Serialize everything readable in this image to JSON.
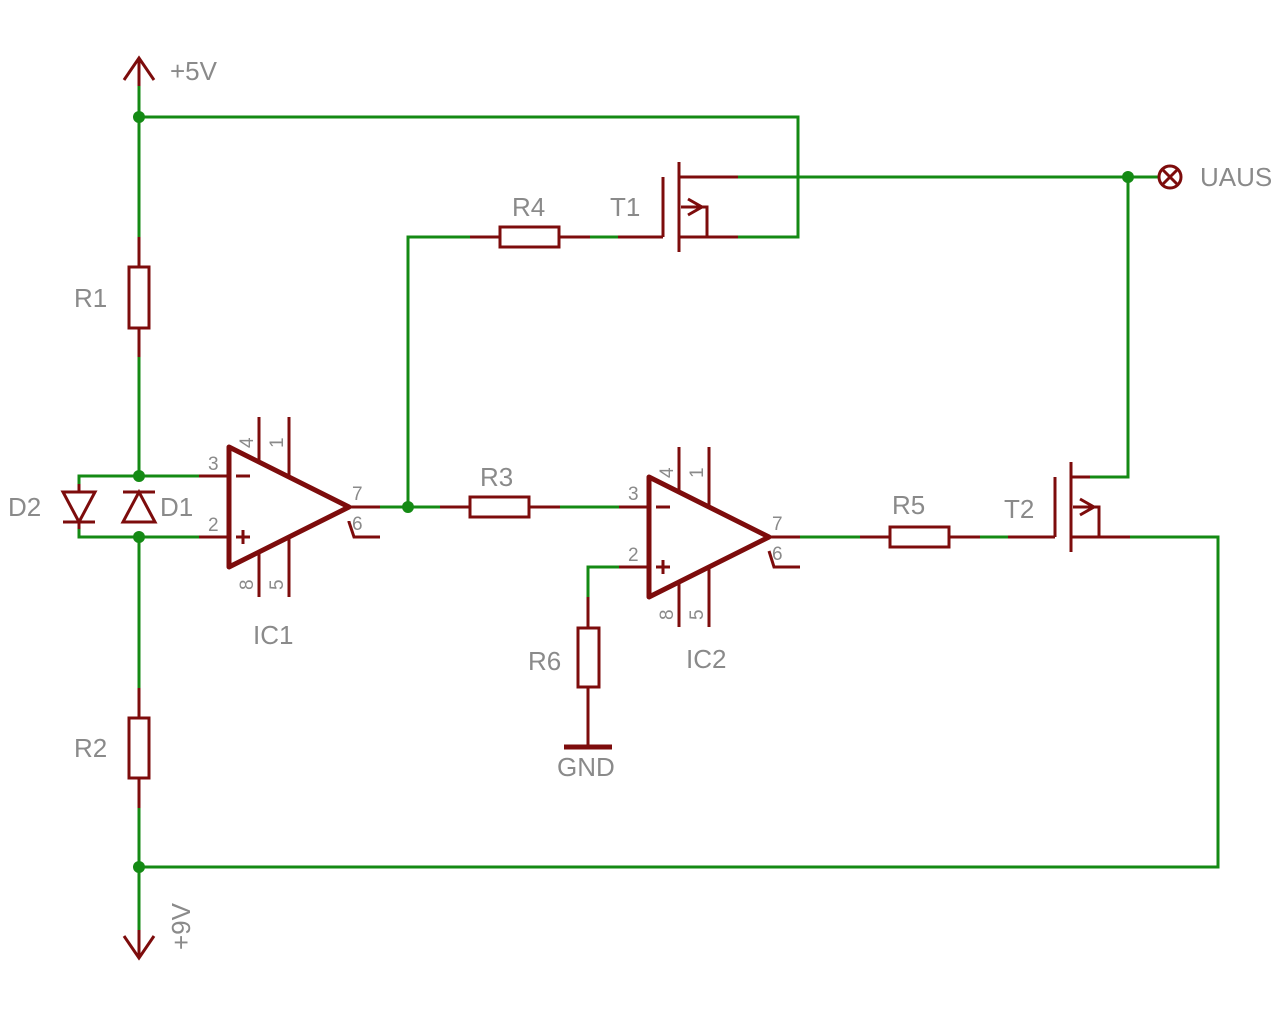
{
  "labels": {
    "supply_top": "+5V",
    "supply_bottom": "+9V",
    "output": "UAUS",
    "ground": "GND"
  },
  "components": {
    "r1": "R1",
    "r2": "R2",
    "r3": "R3",
    "r4": "R4",
    "r5": "R5",
    "r6": "R6",
    "d1": "D1",
    "d2": "D2",
    "t1": "T1",
    "t2": "T2",
    "ic1": "IC1",
    "ic2": "IC2"
  },
  "pins": {
    "ic1": {
      "inv": "3",
      "noninv": "2",
      "out": "7",
      "p6": "6",
      "p4": "4",
      "p1": "1",
      "p8": "8",
      "p5": "5"
    },
    "ic2": {
      "inv": "3",
      "noninv": "2",
      "out": "7",
      "p6": "6",
      "p4": "4",
      "p1": "1",
      "p8": "8",
      "p5": "5"
    }
  },
  "colors": {
    "wire": "#148a14",
    "symbol": "#7d0c0c",
    "label": "#8a8a8a"
  }
}
